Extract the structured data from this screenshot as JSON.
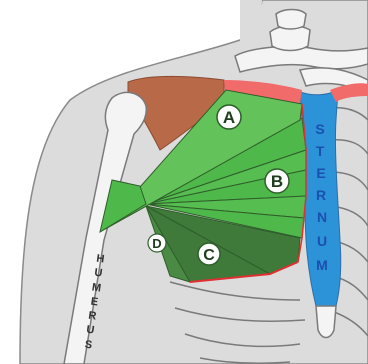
{
  "labels": {
    "a": "A",
    "b": "B",
    "c": "C",
    "d": "D",
    "humerus": [
      "H",
      "U",
      "M",
      "E",
      "R",
      "U",
      "S"
    ],
    "sternum": [
      "S",
      "T",
      "E",
      "R",
      "N",
      "U",
      "M"
    ]
  },
  "colors": {
    "background": "#ffffff",
    "skin": "#d9d9d9",
    "bone": "#f4f4f4",
    "bone_outline": "#7a7a7a",
    "deltoid_brown": "#b86a48",
    "clavicle_red": "#f26b6b",
    "muscle_green": "#4fb84a",
    "muscle_green_light": "#63c35a",
    "muscle_dark": "#3f7a3a",
    "sternum_blue": "#2d93d8",
    "sternum_text": "#1b4fb0",
    "border_red": "#e03030"
  }
}
